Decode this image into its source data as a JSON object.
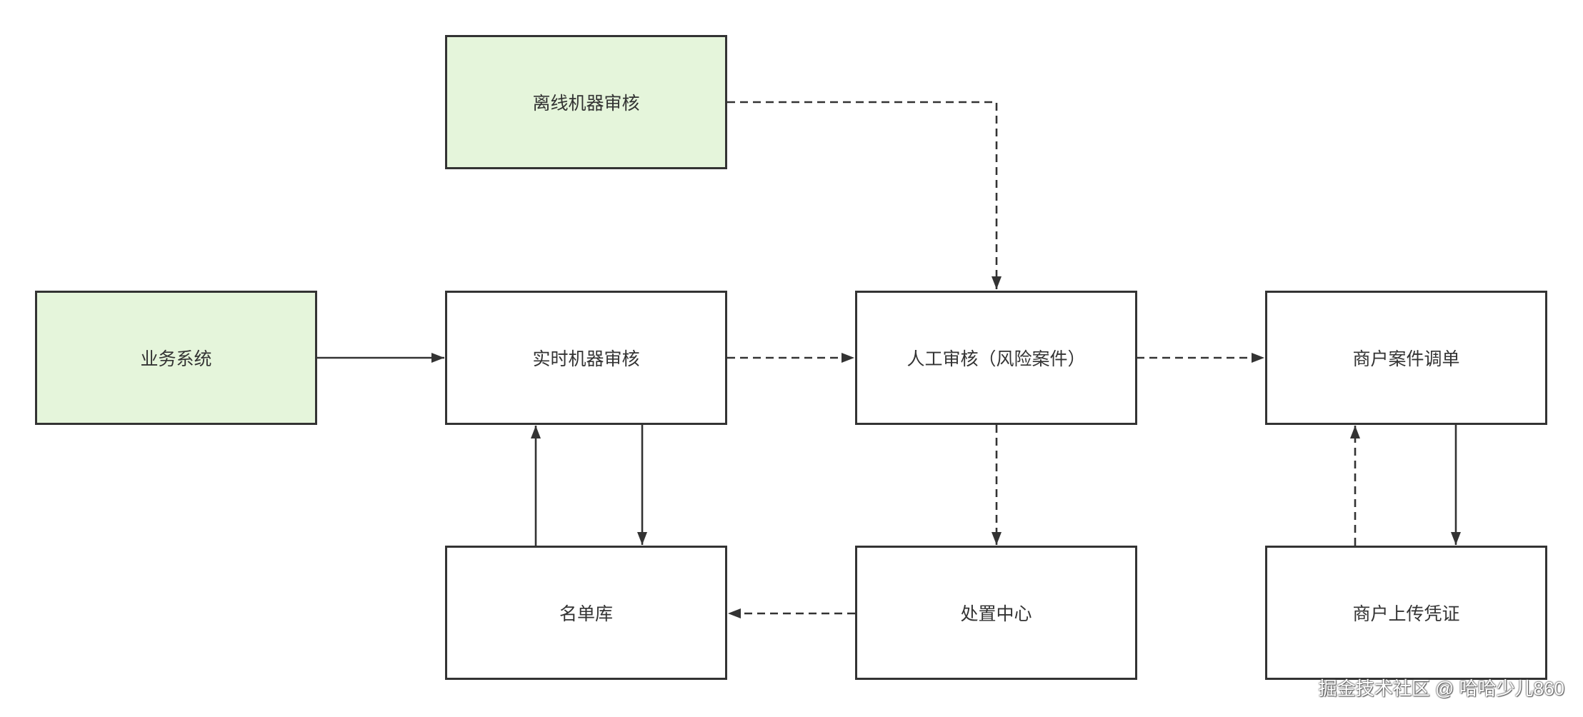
{
  "nodes": {
    "offline_review": {
      "label": "离线机器审核",
      "fill": "#e5f5db"
    },
    "business_system": {
      "label": "业务系统",
      "fill": "#e5f5db"
    },
    "realtime_review": {
      "label": "实时机器审核",
      "fill": "#ffffff"
    },
    "manual_review": {
      "label": "人工审核（风险案件）",
      "fill": "#ffffff"
    },
    "merchant_case": {
      "label": "商户案件调单",
      "fill": "#ffffff"
    },
    "list_db": {
      "label": "名单库",
      "fill": "#ffffff"
    },
    "disposal_center": {
      "label": "处置中心",
      "fill": "#ffffff"
    },
    "merchant_upload": {
      "label": "商户上传凭证",
      "fill": "#ffffff"
    }
  },
  "colors": {
    "stroke": "#333333",
    "background": "#ffffff"
  },
  "watermark": "掘金技术社区 @ 哈哈少儿860"
}
